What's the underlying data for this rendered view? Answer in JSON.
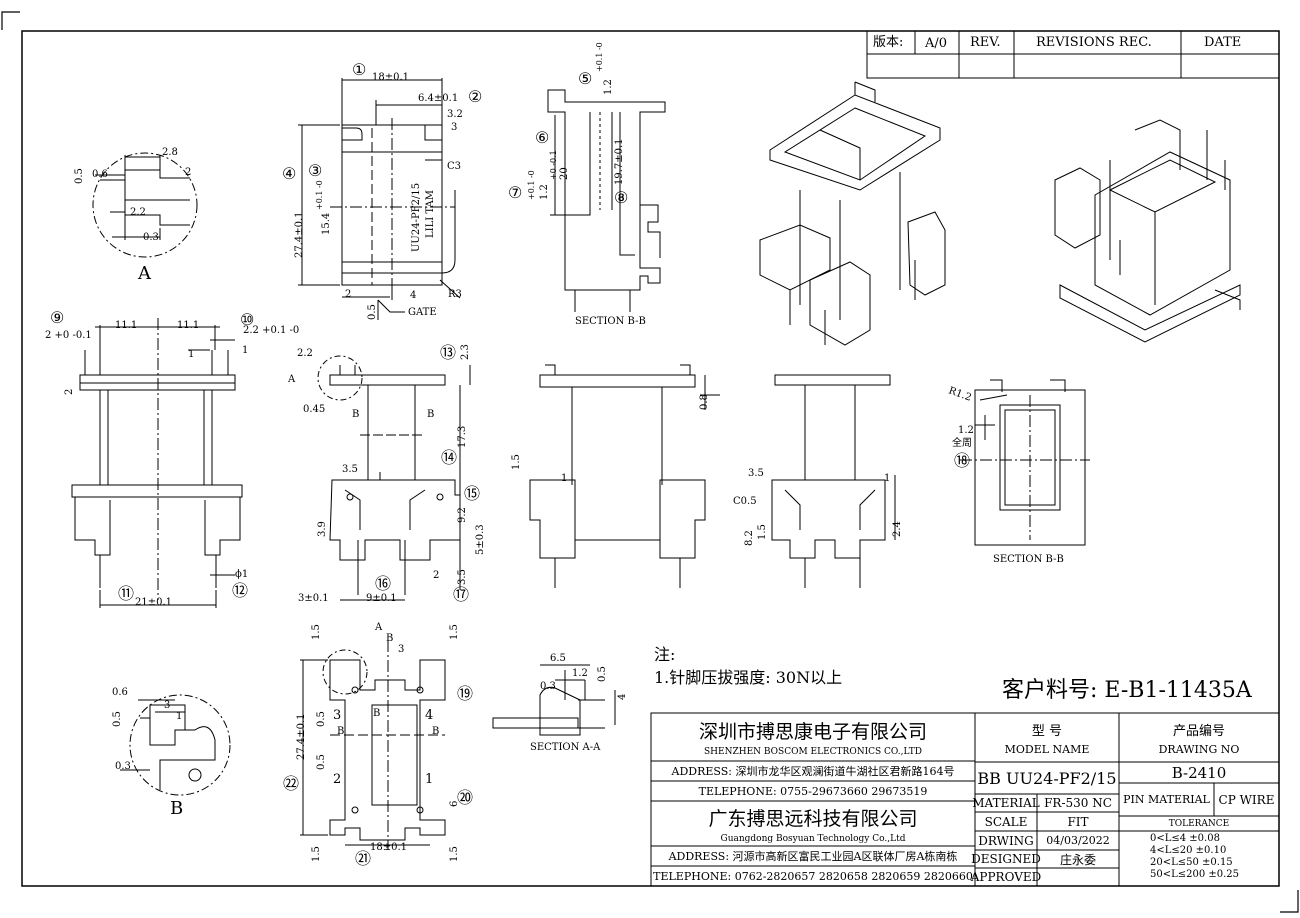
{
  "revision_block": {
    "version_label": "版本:",
    "version_value": "A/0",
    "rev_header": "REV.",
    "revisions_header": "REVISIONS REC.",
    "date_header": "DATE"
  },
  "notes": {
    "heading": "注:",
    "line1": "1.针脚压拔强度: 30N以上"
  },
  "customer_part": "客户料号: E-B1-11435A",
  "title_block": {
    "company1_cn": "深圳市搏思康电子有限公司",
    "company1_en": "SHENZHEN BOSCOM ELECTRONICS CO.,LTD",
    "address1": "ADDRESS: 深圳市龙华区观澜街道牛湖社区君新路164号",
    "telephone1": "TELEPHONE: 0755-29673660 29673519",
    "company2_cn": "广东搏思远科技有限公司",
    "company2_en": "Guangdong Bosyuan Technology Co.,Ltd",
    "address2": "ADDRESS: 河源市高新区富民工业园A区联体厂房A栋南栋",
    "telephone2": "TELEPHONE: 0762-2820657 2820658 2820659 2820660",
    "model_label_cn": "型 号",
    "model_label_en": "MODEL NAME",
    "model_value": "BB UU24-PF2/15",
    "drawing_label_cn": "产品编号",
    "drawing_label_en": "DRAWING NO",
    "drawing_value": "B-2410",
    "material_label": "MATERIAL",
    "material_value": "FR-530 NC",
    "pin_material_label": "PIN MATERIAL",
    "pin_material_value": "CP WIRE",
    "scale_label": "SCALE",
    "scale_value": "FIT",
    "tolerance_label": "TOLERANCE",
    "drawing_date_label": "DRWING",
    "drawing_date_value": "04/03/2022",
    "designed_label": "DESIGNED",
    "designed_value": "庄永委",
    "approved_label": "APPROVED",
    "tolerances": [
      "0<L≤4  ±0.08",
      "4<L≤20  ±0.10",
      "20<L≤50  ±0.15",
      "50<L≤200 ±0.25"
    ]
  },
  "views": {
    "detail_a": "A",
    "detail_b": "B",
    "section_bb_1": "SECTION B-B",
    "section_bb_2": "SECTION B-B",
    "section_aa": "SECTION A-A",
    "gate": "GATE",
    "part_mark": "UU24-PF2/15",
    "part_mark2": "LILI TAM"
  },
  "dimensions": {
    "d_18": "18±0.1",
    "d_64": "6.4±0.1",
    "d_32": "3.2",
    "d_3": "3",
    "d_c3": "C3",
    "d_274": "27.4±0.1",
    "d_154": "15.4",
    "d_154_tol": "+0.1 -0",
    "d_2a": "2",
    "d_05": "0.5",
    "d_4": "4",
    "d_r3": "R3",
    "d_28": "2.8",
    "d_06": "0.6",
    "d_05b": "0.5",
    "d_2b": "2",
    "d_22": "2.2",
    "d_03": "0.3",
    "d_12": "1.2",
    "d_12_tol": "+0.1 -0",
    "d_20": "20",
    "d_20_tol": "+0 -0.1",
    "d_197": "19.7±0.1",
    "d_12b": "1.2",
    "d_12b_tol": "+0.1 -0",
    "d_111a": "11.1",
    "d_111b": "11.1",
    "d_2_tol": "2 +0 -0.1",
    "d_22_tol": "2.2 +0.1 -0",
    "d_1a": "1",
    "d_1b": "1",
    "d_2c": "2",
    "d_21": "21±0.1",
    "d_phi1": "ϕ1",
    "d_22b": "2.2",
    "d_045": "0.45",
    "d_23": "2.3",
    "d_173": "17.3",
    "d_35a": "3.5",
    "d_39": "3.9",
    "d_92": "9.2",
    "d_5": "5±0.3",
    "d_2d": "2",
    "d_35b": "3.5",
    "d_3pm": "3±0.1",
    "d_9": "9±0.1",
    "d_08": "0.8",
    "d_15a": "1.5",
    "d_1c": "1",
    "d_35c": "3.5",
    "d_c05": "C0.5",
    "d_82": "8.2",
    "d_15b": "1.5",
    "d_1d": "1",
    "d_24": "2.4",
    "d_r12": "R1.2",
    "d_12c": "1.2",
    "d_quanzhou": "全周",
    "d_15c": "1.5",
    "d_15d": "1.5",
    "d_3b": "3",
    "d_274b": "27.4±0.1",
    "d_05c": "0.5",
    "d_05d": "0.5",
    "d_6": "6",
    "d_18b": "18±0.1",
    "d_15e": "1.5",
    "d_15f": "1.5",
    "d_06b": "0.6",
    "d_3c": "3",
    "d_1e": "1",
    "d_05e": "0.5",
    "d_03b": "0.3",
    "d_65": "6.5",
    "d_12d": "1.2",
    "d_03c": "0.3",
    "d_05f": "0.5",
    "d_4b": "4",
    "lbl_a1": "A",
    "lbl_b1": "B",
    "lbl_a2": "A",
    "lbl_b2": "B",
    "lbl_b3": "B",
    "lbl_b4": "B",
    "lbl_b5": "B",
    "lbl_b6": "B",
    "pin1": "1",
    "pin2": "2",
    "pin3": "3",
    "pin4": "4"
  },
  "balloons": [
    "①",
    "②",
    "③",
    "④",
    "⑤",
    "⑥",
    "⑦",
    "⑧",
    "⑨",
    "⑩",
    "⑪",
    "⑫",
    "⑬",
    "⑭",
    "⑮",
    "⑯",
    "⑰",
    "⑱",
    "⑲",
    "⑳",
    "㉑",
    "㉒"
  ]
}
